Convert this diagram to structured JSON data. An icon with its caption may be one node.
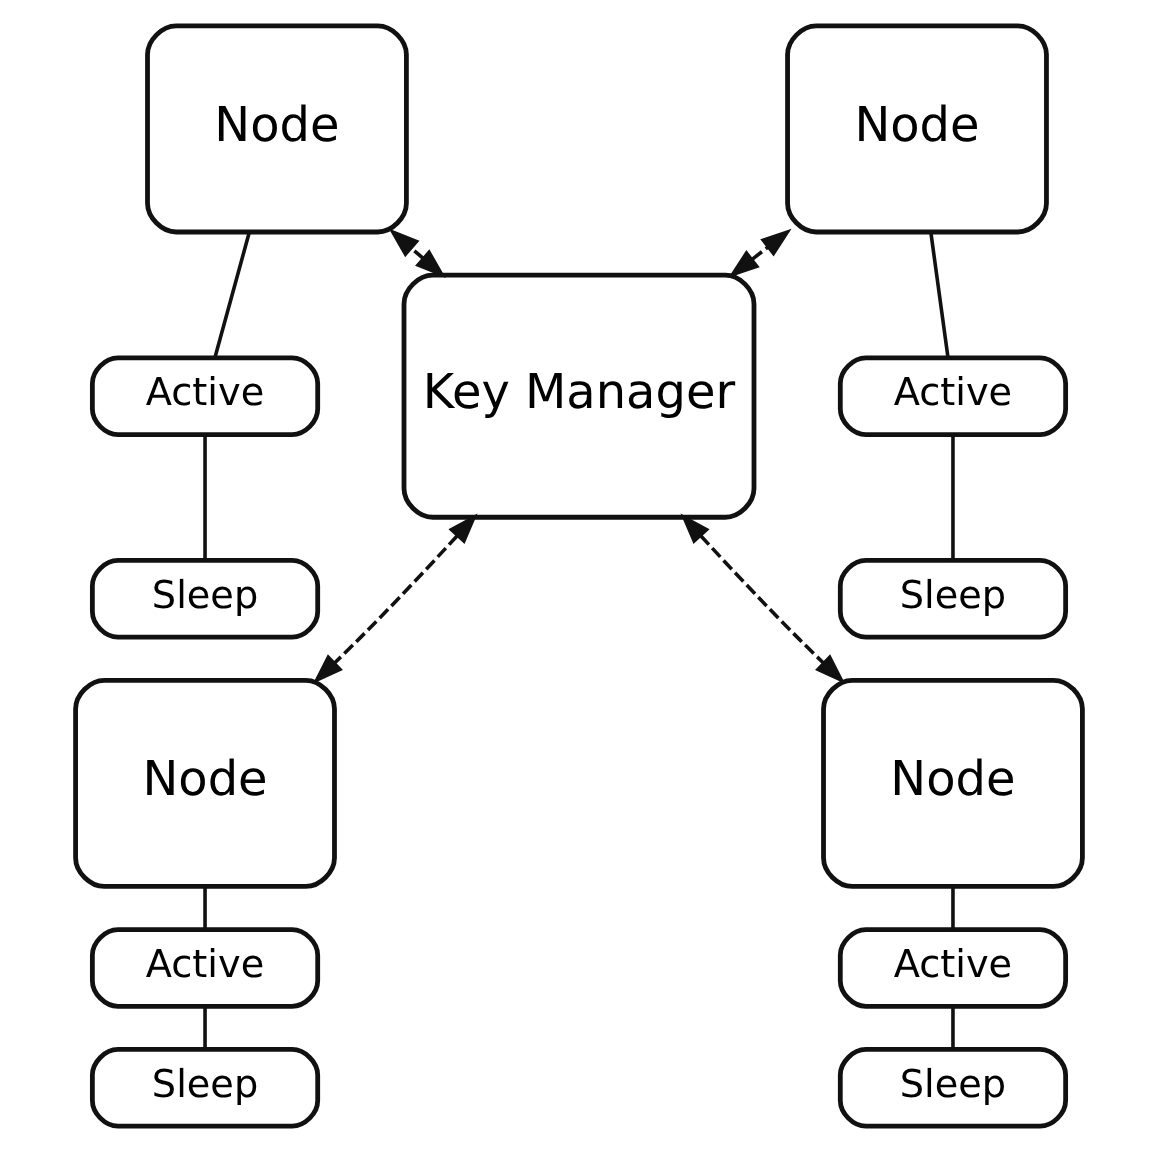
{
  "diagram": {
    "nodes": [
      {
        "text": [
          "Node"
        ]
      },
      {
        "text": [
          "Node"
        ]
      },
      {
        "text": [
          "Active"
        ]
      },
      {
        "text": [
          "Active"
        ]
      },
      {
        "text": [
          "Key Manager"
        ]
      },
      {
        "text": [
          "Sleep"
        ]
      },
      {
        "text": [
          "Sleep"
        ]
      },
      {
        "text": [
          "Node"
        ]
      },
      {
        "text": [
          "Node"
        ]
      },
      {
        "text": [
          "Active"
        ]
      },
      {
        "text": [
          "Active"
        ]
      },
      {
        "text": [
          "Sleep"
        ]
      },
      {
        "text": [
          "Sleep"
        ]
      }
    ],
    "edges": [
      {
        "from": 0,
        "to": 2,
        "arrow": "none"
      },
      {
        "from": 2,
        "to": 5,
        "arrow": "none"
      },
      {
        "from": 1,
        "to": 3,
        "arrow": "none"
      },
      {
        "from": 3,
        "to": 6,
        "arrow": "none"
      },
      {
        "from": 7,
        "to": 9,
        "arrow": "none"
      },
      {
        "from": 9,
        "to": 11,
        "arrow": "none"
      },
      {
        "from": 8,
        "to": 10,
        "arrow": "none"
      },
      {
        "from": 10,
        "to": 12,
        "arrow": "none"
      },
      {
        "from": 4,
        "to": 0,
        "arrow": "both",
        "style": "dashed"
      },
      {
        "from": 4,
        "to": 1,
        "arrow": "both",
        "style": "dashed"
      },
      {
        "from": 4,
        "to": 7,
        "arrow": "both",
        "style": "dashed"
      },
      {
        "from": 4,
        "to": 8,
        "arrow": "both",
        "style": "dashed"
      }
    ]
  }
}
